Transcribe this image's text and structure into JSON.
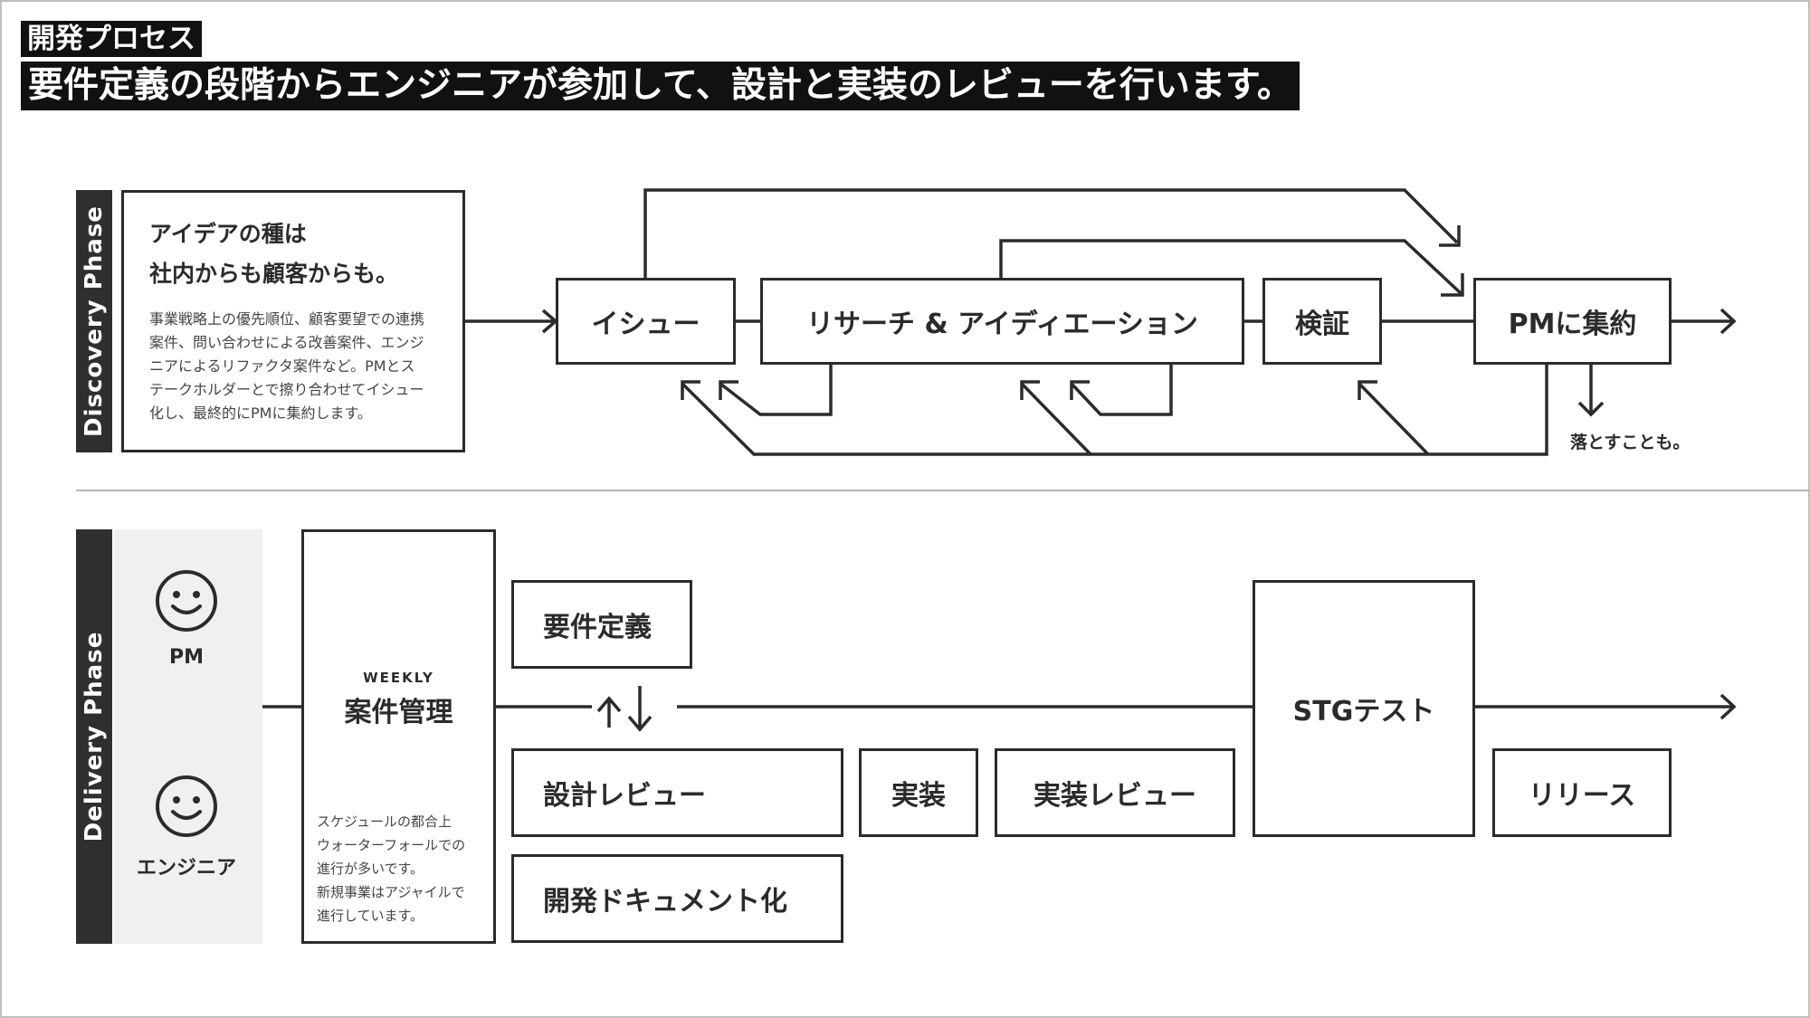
{
  "header": {
    "tag": "開発プロセス",
    "headline": "要件定義の段階からエンジニアが参加して、設計と実装のレビューを行います。"
  },
  "discovery": {
    "phase_label": "Discovery Phase",
    "intro_lead": [
      "アイデアの種は",
      "社内からも顧客からも。"
    ],
    "intro_body": [
      "事業戦略上の優先順位、顧客要望での連携",
      "案件、問い合わせによる改善案件、エンジ",
      "ニアによるリファクタ案件など。PMとス",
      "テークホルダーとで擦り合わせてイシュー",
      "化し、最終的にPMに集約します。"
    ],
    "steps": {
      "issue": "イシュー",
      "research": "リサーチ & アイディエーション",
      "verify": "検証",
      "pm_collect": "PMに集約"
    },
    "drop_note": "落とすことも。"
  },
  "delivery": {
    "phase_label": "Delivery Phase",
    "roles": {
      "pm": "PM",
      "engineer": "エンジニア"
    },
    "weekly": "WEEKLY",
    "case_mgmt": "案件管理",
    "case_note": [
      "スケジュールの都合上",
      "ウォーターフォールでの",
      "進行が多いです。",
      "新規事業はアジャイルで",
      "進行しています。"
    ],
    "steps": {
      "requirements": "要件定義",
      "design_review": "設計レビュー",
      "dev_docs": "開発ドキュメント化",
      "implement": "実装",
      "impl_review": "実装レビュー",
      "stg_test": "STGテスト",
      "release": "リリース"
    }
  },
  "colors": {
    "ink": "#2b2b2b",
    "banner": "#111111",
    "phase_bar": "#2f2f2f",
    "role_bg": "#f0f0f0"
  }
}
